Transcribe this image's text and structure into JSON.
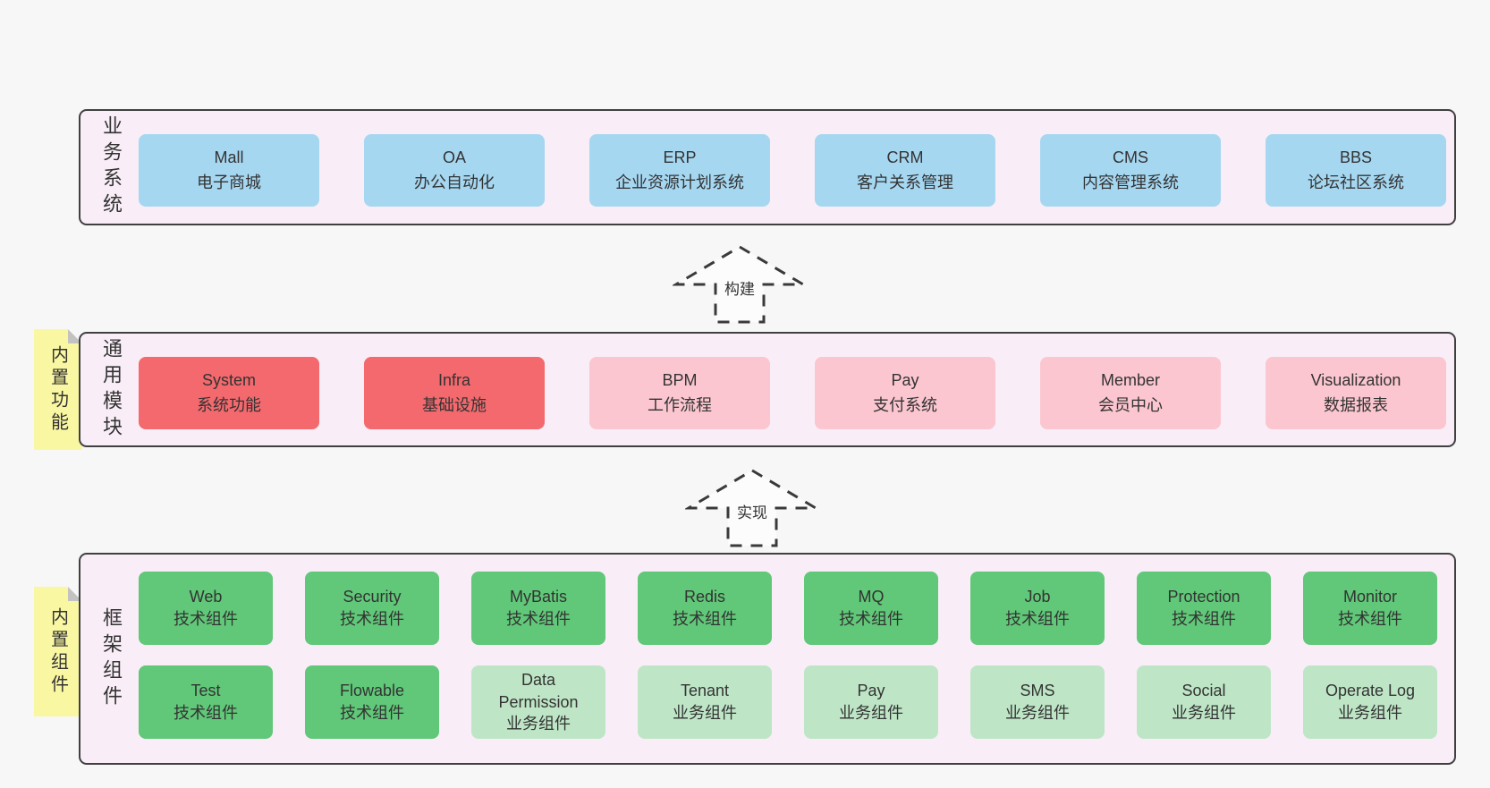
{
  "colors": {
    "background": "#f7f7f7",
    "panel_fill": "#f9eef7",
    "panel_border": "#404040",
    "blue_box": "#a6d7f1",
    "red_box": "#f3696d",
    "pink_box": "#fbc6cf",
    "green_dark_box": "#60c878",
    "green_light_box": "#bee6c6",
    "sticky_note_yellow": "#faf7a2",
    "text": "#333333"
  },
  "panels": {
    "business": {
      "side_label": "业务系统",
      "items": [
        {
          "en": "Mall",
          "zh": "电子商城"
        },
        {
          "en": "OA",
          "zh": "办公自动化"
        },
        {
          "en": "ERP",
          "zh": "企业资源计划系统"
        },
        {
          "en": "CRM",
          "zh": "客户关系管理"
        },
        {
          "en": "CMS",
          "zh": "内容管理系统"
        },
        {
          "en": "BBS",
          "zh": "论坛社区系统"
        }
      ]
    },
    "modules": {
      "side_label": "通用模块",
      "sticky_note": "内置功能",
      "items": [
        {
          "en": "System",
          "zh": "系统功能"
        },
        {
          "en": "Infra",
          "zh": "基础设施"
        },
        {
          "en": "BPM",
          "zh": "工作流程"
        },
        {
          "en": "Pay",
          "zh": "支付系统"
        },
        {
          "en": "Member",
          "zh": "会员中心"
        },
        {
          "en": "Visualization",
          "zh": "数据报表"
        }
      ]
    },
    "framework": {
      "side_label": "框架组件",
      "sticky_note": "内置组件",
      "row1": [
        {
          "en": "Web",
          "zh": "技术组件"
        },
        {
          "en": "Security",
          "zh": "技术组件"
        },
        {
          "en": "MyBatis",
          "zh": "技术组件"
        },
        {
          "en": "Redis",
          "zh": "技术组件"
        },
        {
          "en": "MQ",
          "zh": "技术组件"
        },
        {
          "en": "Job",
          "zh": "技术组件"
        },
        {
          "en": "Protection",
          "zh": "技术组件"
        },
        {
          "en": "Monitor",
          "zh": "技术组件"
        }
      ],
      "row2": [
        {
          "en": "Test",
          "zh": "技术组件"
        },
        {
          "en": "Flowable",
          "zh": "技术组件"
        },
        {
          "en": "Data Permission",
          "zh": "业务组件"
        },
        {
          "en": "Tenant",
          "zh": "业务组件"
        },
        {
          "en": "Pay",
          "zh": "业务组件"
        },
        {
          "en": "SMS",
          "zh": "业务组件"
        },
        {
          "en": "Social",
          "zh": "业务组件"
        },
        {
          "en": "Operate Log",
          "zh": "业务组件"
        }
      ]
    }
  },
  "arrows": [
    {
      "label": "构建"
    },
    {
      "label": "实现"
    }
  ]
}
